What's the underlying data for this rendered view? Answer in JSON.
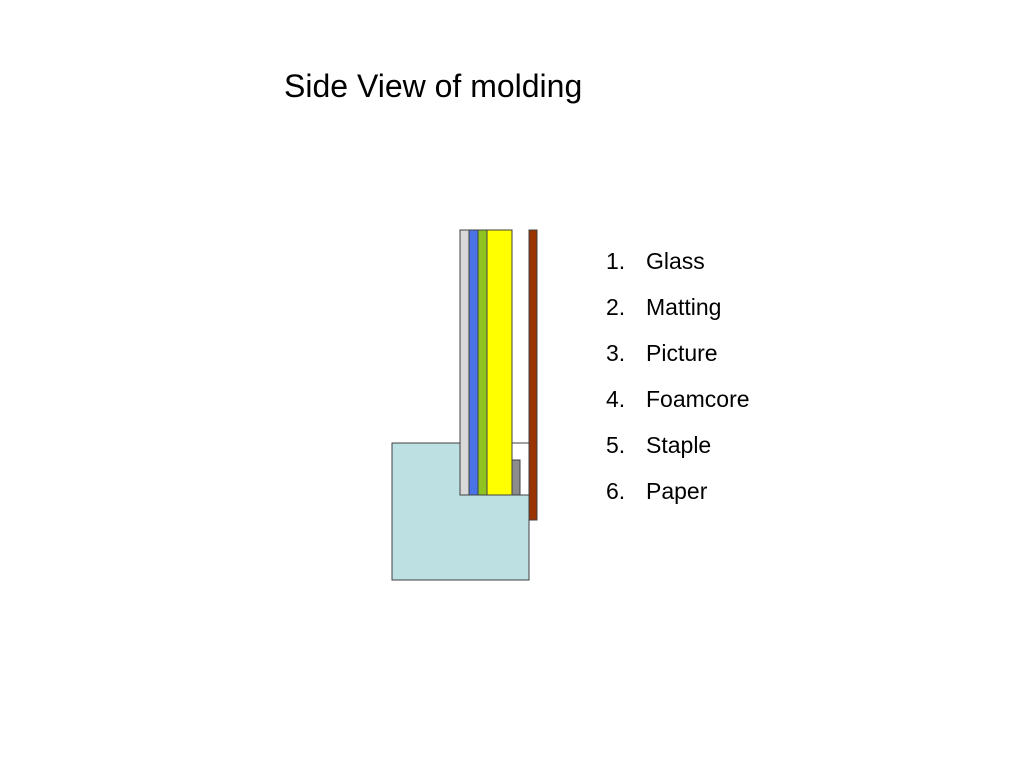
{
  "slide": {
    "title": "Side View of molding"
  },
  "diagram": {
    "parts": [
      {
        "name": "molding-block",
        "color": "#bde0e3"
      },
      {
        "name": "glass",
        "color": "#d9d9d9"
      },
      {
        "name": "matting",
        "color": "#4a73e8"
      },
      {
        "name": "picture",
        "color": "#8fc31f"
      },
      {
        "name": "foamcore",
        "color": "#ffff00"
      },
      {
        "name": "staple",
        "color": "#8c8c8c"
      },
      {
        "name": "paper",
        "color": "#993300"
      }
    ]
  },
  "legend": {
    "items": [
      {
        "number": "1.",
        "label": "Glass"
      },
      {
        "number": "2.",
        "label": "Matting"
      },
      {
        "number": "3.",
        "label": "Picture"
      },
      {
        "number": "4.",
        "label": "Foamcore"
      },
      {
        "number": "5.",
        "label": "Staple"
      },
      {
        "number": "6.",
        "label": "Paper"
      }
    ]
  }
}
